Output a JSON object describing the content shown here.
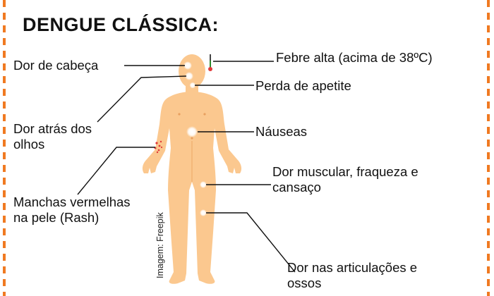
{
  "title": "DENGUE CLÁSSICA:",
  "symptoms": {
    "headache": "Dor de cabeça",
    "fever": "Febre alta (acima de 38ºC)",
    "appetite": "Perda de apetite",
    "eyes_line1": "Dor atrás dos",
    "eyes_line2": "olhos",
    "nausea": "Náuseas",
    "muscle_line1": "Dor muscular, fraqueza e",
    "muscle_line2": "cansaço",
    "rash_line1": "Manchas vermelhas",
    "rash_line2": "na pele (Rash)",
    "joints_line1": "Dor nas articulações e",
    "joints_line2": "ossos"
  },
  "credit": "Imagem: Freepik",
  "colors": {
    "border": "#f07a22",
    "skin": "#fbc88f",
    "skin_shadow": "#f0ae6c",
    "rash": "#e03a3a",
    "thermometer": "#e03a3a"
  }
}
